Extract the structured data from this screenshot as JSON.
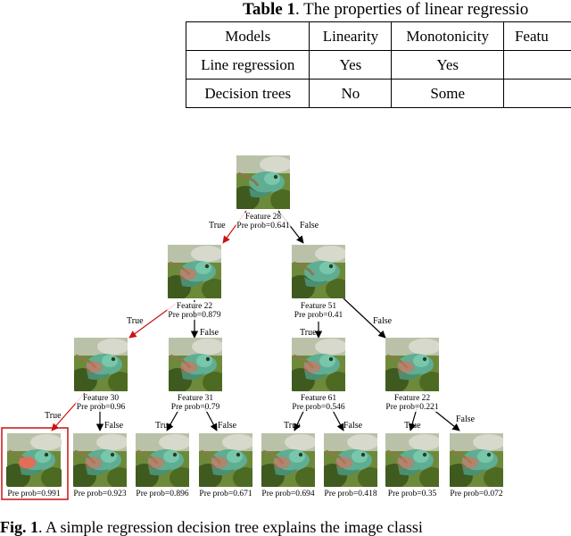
{
  "table": {
    "label": "Table 1",
    "title_rest": ". The properties of linear regressio",
    "header": [
      "Models",
      "Linearity",
      "Monotonicity",
      "Featu"
    ],
    "rows": [
      [
        "Line regression",
        "Yes",
        "Yes",
        ""
      ],
      [
        "Decision trees",
        "No",
        "Some",
        ""
      ]
    ]
  },
  "figure": {
    "nodes": [
      {
        "id": "root",
        "lines": [
          "Feature 28",
          "Pre prob=0.641"
        ]
      },
      {
        "id": "l1",
        "lines": [
          "Feature 22",
          "Pre prob=0.879"
        ]
      },
      {
        "id": "r1",
        "lines": [
          "Feature 51",
          "Pre prob=0.41"
        ]
      },
      {
        "id": "ll",
        "lines": [
          "Feature 30",
          "Pre prob=0.96"
        ]
      },
      {
        "id": "lr",
        "lines": [
          "Feature 31",
          "Pre prob=0.79"
        ]
      },
      {
        "id": "rl",
        "lines": [
          "Feature 61",
          "Pre prob=0.546"
        ]
      },
      {
        "id": "rr",
        "lines": [
          "Feature 22",
          "Pre prob=0.221"
        ]
      },
      {
        "id": "leaf1",
        "lines": [
          "Pre prob=0.991"
        ],
        "highlighted": true
      },
      {
        "id": "leaf2",
        "lines": [
          "Pre prob=0.923"
        ]
      },
      {
        "id": "leaf3",
        "lines": [
          "Pre prob=0.896"
        ]
      },
      {
        "id": "leaf4",
        "lines": [
          "Pre prob=0.671"
        ]
      },
      {
        "id": "leaf5",
        "lines": [
          "Pre prob=0.694"
        ]
      },
      {
        "id": "leaf6",
        "lines": [
          "Pre prob=0.418"
        ]
      },
      {
        "id": "leaf7",
        "lines": [
          "Pre prob=0.35"
        ]
      },
      {
        "id": "leaf8",
        "lines": [
          "Pre prob=0.072"
        ]
      }
    ],
    "edge_labels": {
      "root_true": "True",
      "root_false": "False",
      "l1_true": "True",
      "l1_false": "False",
      "r1_true": "True",
      "r1_false": "False",
      "ll_true": "True",
      "ll_false": "False",
      "lr_true": "True",
      "lr_false": "False",
      "rl_true": "True",
      "rl_false": "False",
      "rr_true": "True",
      "rr_false": "False"
    },
    "colors": {
      "path_highlight": "#cc1111",
      "edge": "#000000"
    }
  },
  "caption": {
    "label": "Fig. 1",
    "text": ". A simple regression decision tree explains the image classi"
  }
}
